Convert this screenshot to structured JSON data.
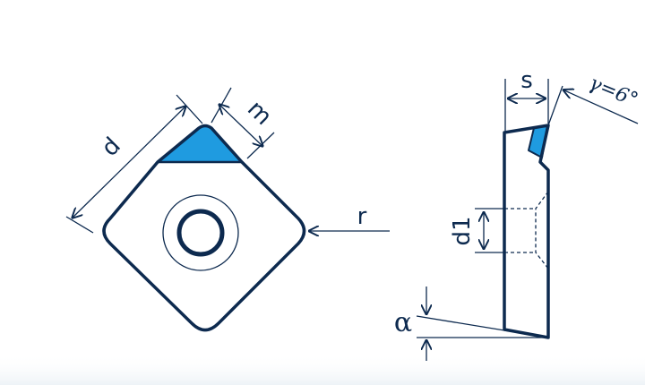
{
  "labels": {
    "d": "d",
    "m": "m",
    "r": "r",
    "s": "s",
    "gamma": "γ=6°",
    "d1": "d1",
    "alpha": "α"
  },
  "colors": {
    "outline": "#0d2a4f",
    "highlight": "#1f9be0",
    "background": "#ffffff",
    "bottom_shade": "#f7fafc"
  }
}
